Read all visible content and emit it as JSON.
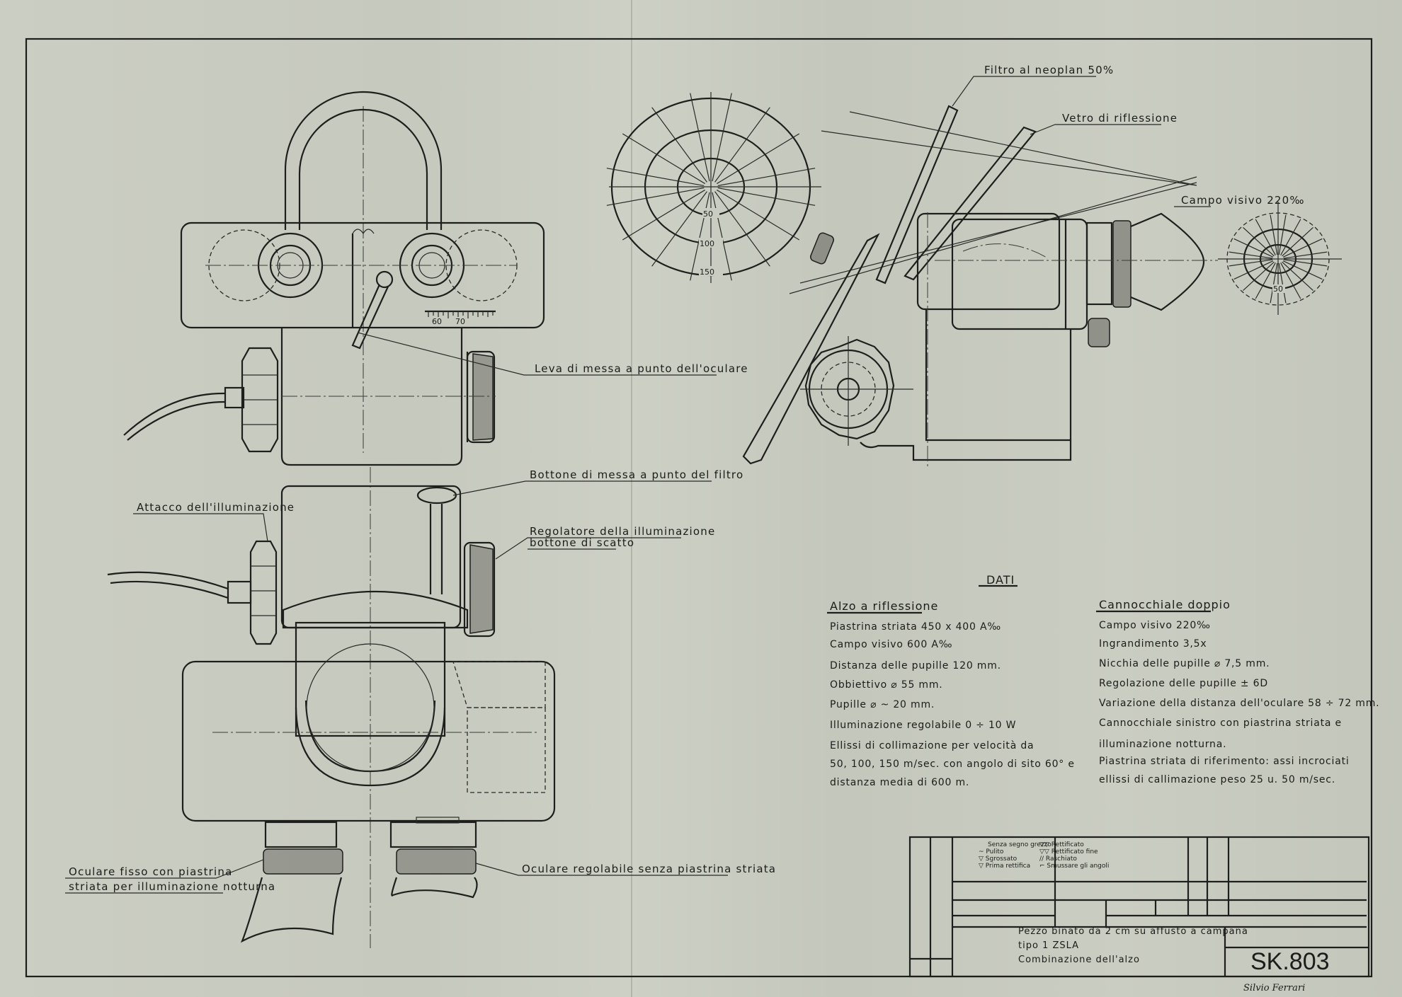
{
  "drawing": {
    "number": "SK.803",
    "signature": "Silvio Ferrari",
    "paper_color": "#c9ccc1",
    "ink_color": "#1e1e1c"
  },
  "labels": {
    "filtro": "Filtro al neoplan 50%",
    "vetro": "Vetro di riflessione",
    "campo_visivo": "Campo visivo 220‰",
    "leva": "Leva di messa a punto dell'oculare",
    "bottone_filtro": "Bottone di messa a punto del filtro",
    "regolatore_1": "Regolatore della illuminazione",
    "regolatore_2": "bottone di scatto",
    "attacco": "Attacco dell'illuminazione",
    "oculare_fisso_1": "Oculare fisso con piastrina",
    "oculare_fisso_2": "striata per illuminazione notturna",
    "oculare_regolabile": "Oculare regolabile senza piastrina striata"
  },
  "reticle": {
    "ring_labels": [
      "50",
      "100",
      "150"
    ],
    "small_ring_label": "50"
  },
  "scale_marks": [
    "60",
    "70"
  ],
  "dati": {
    "title": "DATI",
    "alzo": {
      "heading": "Alzo a riflessione",
      "lines": [
        "Piastrina striata 450 x 400 A‰",
        "Campo visivo 600 A‰",
        "Distanza delle pupille 120 mm.",
        "Obbiettivo ⌀ 55 mm.",
        "Pupille ⌀ ~ 20 mm.",
        "Illuminazione regolabile 0 ÷ 10 W",
        "Ellissi di collimazione per velocità da",
        "50, 100, 150 m/sec. con angolo di sito 60° e",
        "distanza media di 600 m."
      ]
    },
    "cannocchiale": {
      "heading": "Cannocchiale doppio",
      "lines": [
        "Campo visivo 220‰",
        "Ingrandimento 3,5x",
        "Nicchia delle pupille ⌀ 7,5 mm.",
        "Regolazione delle pupille ± 6D",
        "Variazione della distanza dell'oculare 58 ÷ 72 mm.",
        "Cannocchiale sinistro con piastrina striata e",
        "illuminazione notturna.",
        "Piastrina striata di riferimento: assi incrociati",
        "ellissi di callimazione peso 25 u. 50 m/sec."
      ]
    }
  },
  "title_block": {
    "finish_legend": [
      "Senza segno grezzo",
      "~ Pulito",
      "▽ Sgrossato",
      "▽ Prima rettifica",
      "▽▽ Rettificato",
      "▽▽ Rettificato fine",
      "// Raschiato",
      "⌐ Smussare gli angoli"
    ],
    "description_1": "Pezzo binato da 2 cm su affusto a campana",
    "description_2": "tipo 1 ZSLA",
    "description_3": "Combinazione dell'alzo"
  }
}
